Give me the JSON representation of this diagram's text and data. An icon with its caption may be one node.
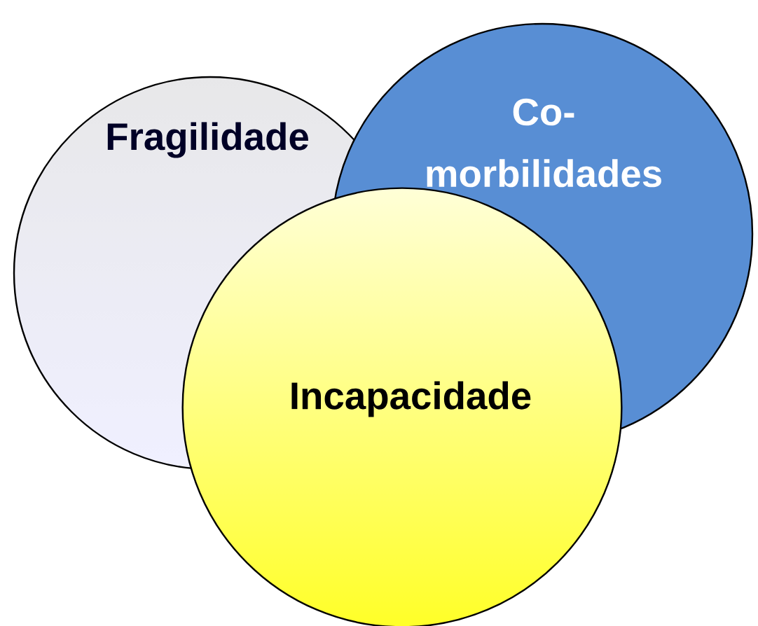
{
  "diagram": {
    "nodes": [
      {
        "text": [
          "Fragilidade"
        ]
      },
      {
        "text": [
          "Co- morbilidades"
        ]
      },
      {
        "text": [
          "Incapacidade"
        ]
      }
    ]
  }
}
